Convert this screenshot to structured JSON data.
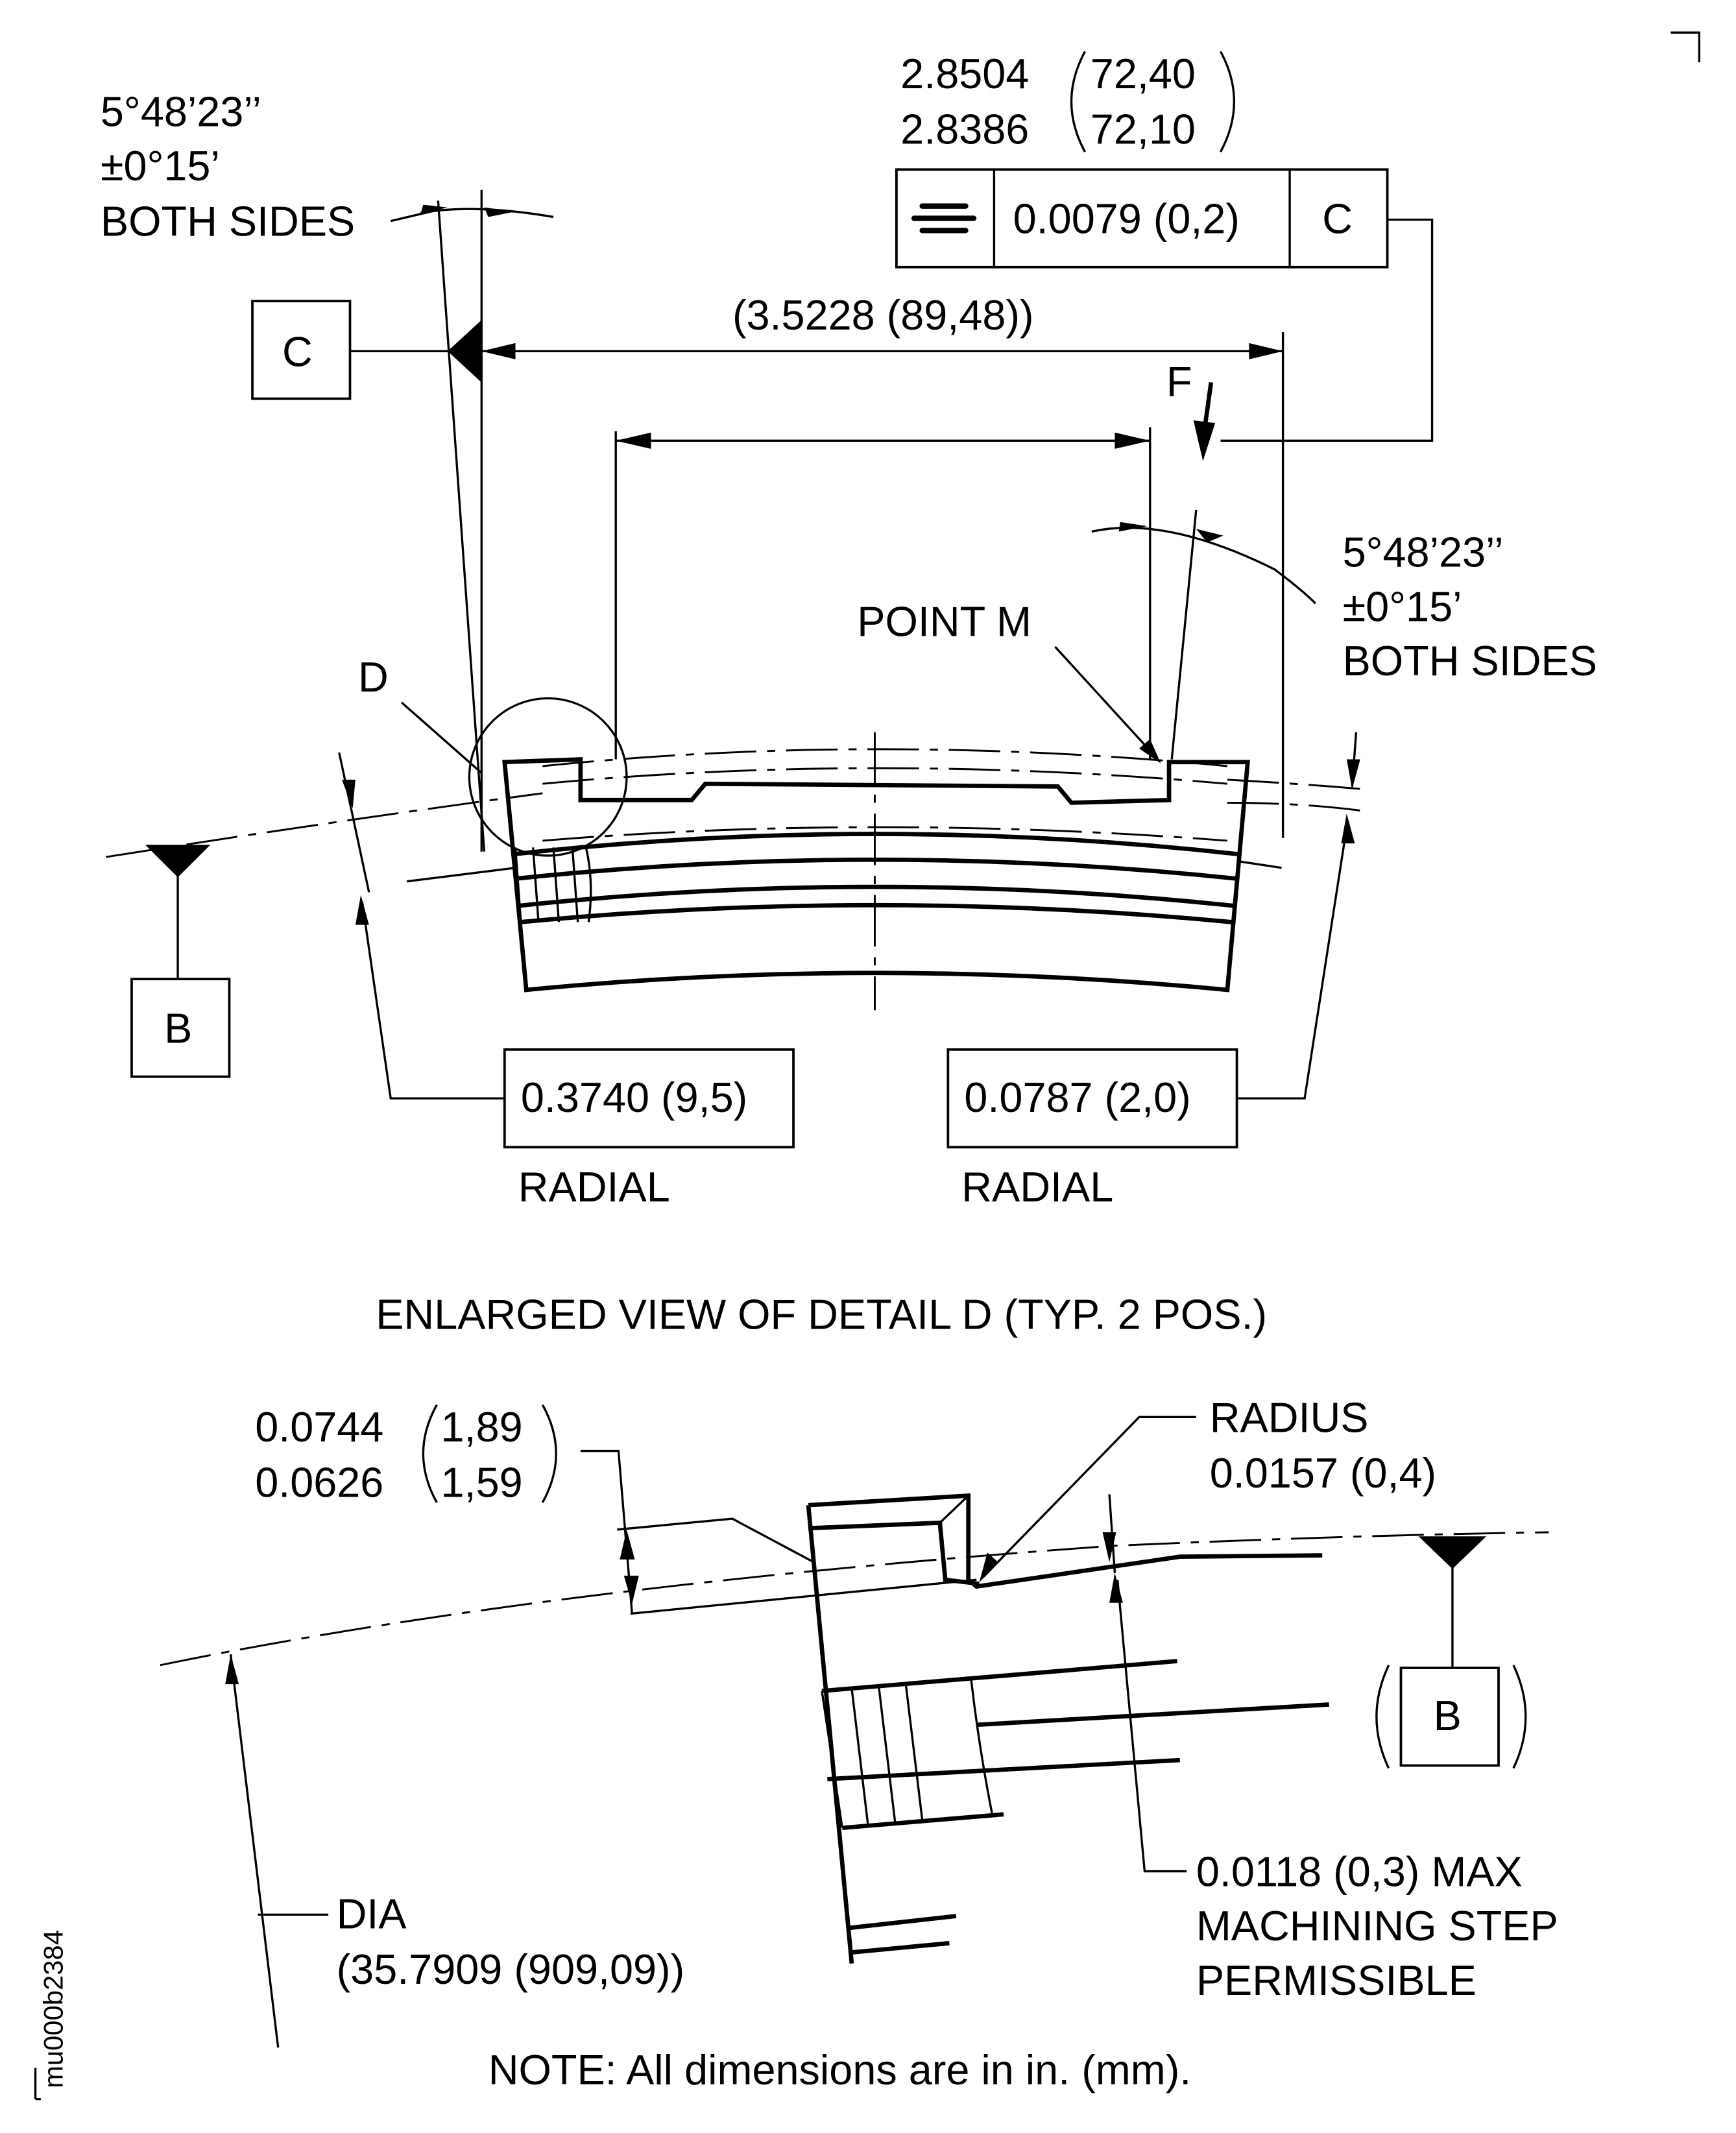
{
  "drawing": {
    "left_angle": {
      "line1": "5°48’23’’",
      "line2": "±0°15’",
      "line3": "BOTH SIDES"
    },
    "right_angle": {
      "line1": "5°48’23’’",
      "line2": "±0°15’",
      "line3": "BOTH SIDES"
    },
    "width_tolerance": {
      "upper_in": "2.8504",
      "lower_in": "2.8386",
      "upper_mm": "72,40",
      "lower_mm": "72,10"
    },
    "feature_control_frame": {
      "symbol": "symmetry-icon",
      "tolerance": "0.0079 (0,2)",
      "datum": "C"
    },
    "datum_c_label": "C",
    "datum_b_label": "B",
    "reference_width": "(3.5228 (89,48))",
    "force_label": "F",
    "point_m_label": "POINT M",
    "detail_label": "D",
    "radial_left": {
      "value": "0.3740 (9,5)",
      "label": "RADIAL"
    },
    "radial_right": {
      "value": "0.0787 (2,0)",
      "label": "RADIAL"
    },
    "detail_title": "ENLARGED VIEW OF DETAIL D (TYP. 2 POS.)",
    "detail": {
      "depth_upper_in": "0.0744",
      "depth_lower_in": "0.0626",
      "depth_upper_mm": "1,89",
      "depth_lower_mm": "1,59",
      "radius_label": "RADIUS",
      "radius_value": "0.0157 (0,4)",
      "datum_b_ref": "B",
      "step_line1": "0.0118 (0,3) MAX",
      "step_line2": "MACHINING STEP",
      "step_line3": "PERMISSIBLE",
      "dia_label": "DIA",
      "dia_value": "(35.7909 (909,09))"
    },
    "note": "NOTE: All dimensions are in in. (mm).",
    "drawing_id": "mu000b2384"
  }
}
